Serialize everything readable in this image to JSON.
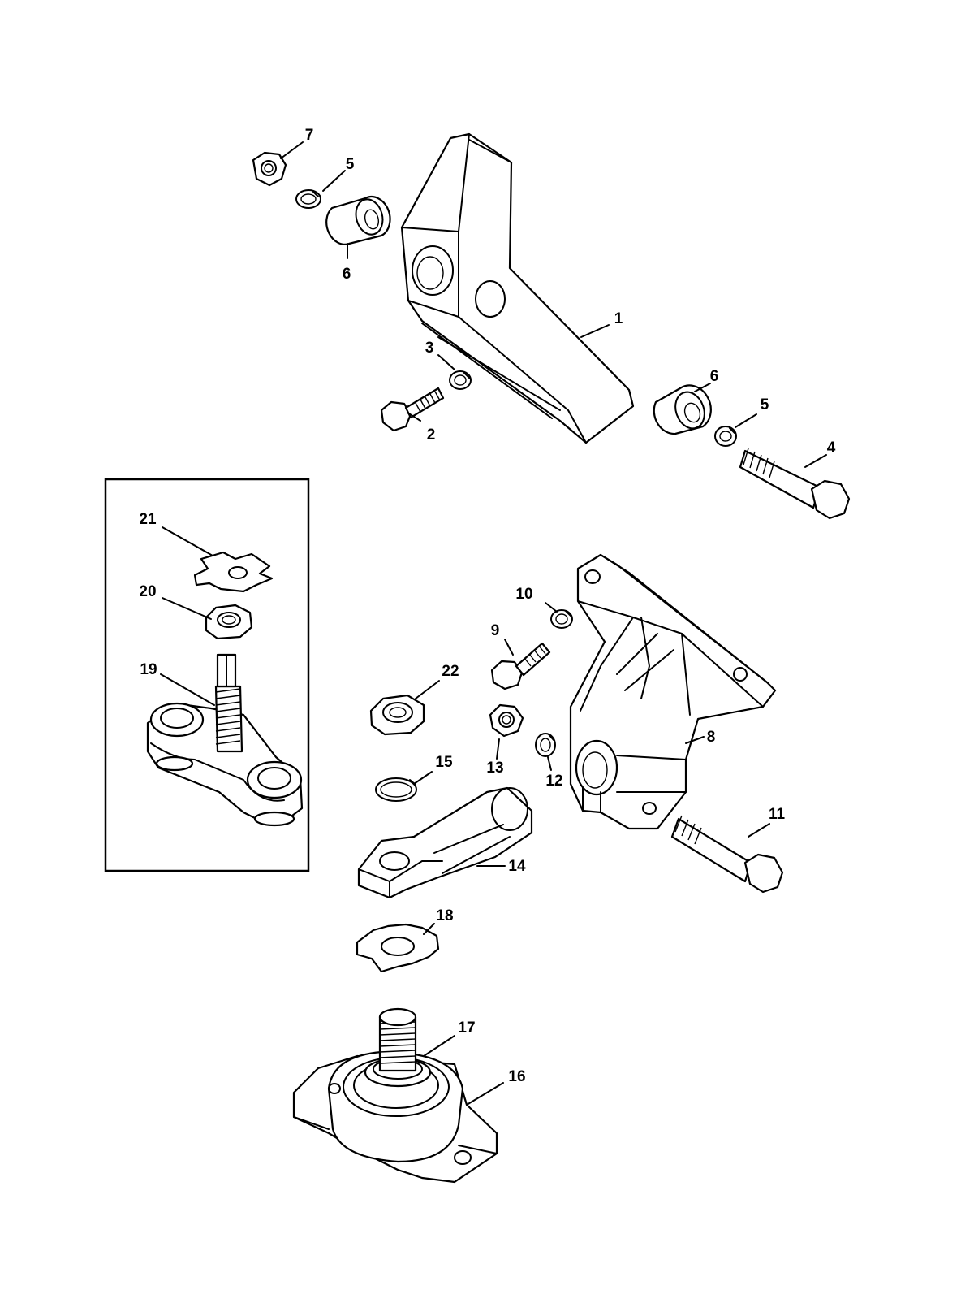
{
  "diagram": {
    "callouts": [
      {
        "id": "c1",
        "label": "1"
      },
      {
        "id": "c2",
        "label": "2"
      },
      {
        "id": "c3",
        "label": "3"
      },
      {
        "id": "c4",
        "label": "4"
      },
      {
        "id": "c5a",
        "label": "5"
      },
      {
        "id": "c5b",
        "label": "5"
      },
      {
        "id": "c6a",
        "label": "6"
      },
      {
        "id": "c6b",
        "label": "6"
      },
      {
        "id": "c7",
        "label": "7"
      },
      {
        "id": "c8",
        "label": "8"
      },
      {
        "id": "c9",
        "label": "9"
      },
      {
        "id": "c10",
        "label": "10"
      },
      {
        "id": "c11",
        "label": "11"
      },
      {
        "id": "c12",
        "label": "12"
      },
      {
        "id": "c13",
        "label": "13"
      },
      {
        "id": "c14",
        "label": "14"
      },
      {
        "id": "c15",
        "label": "15"
      },
      {
        "id": "c16",
        "label": "16"
      },
      {
        "id": "c17",
        "label": "17"
      },
      {
        "id": "c18",
        "label": "18"
      },
      {
        "id": "c19",
        "label": "19"
      },
      {
        "id": "c20",
        "label": "20"
      },
      {
        "id": "c21",
        "label": "21"
      },
      {
        "id": "c22",
        "label": "22"
      }
    ]
  }
}
